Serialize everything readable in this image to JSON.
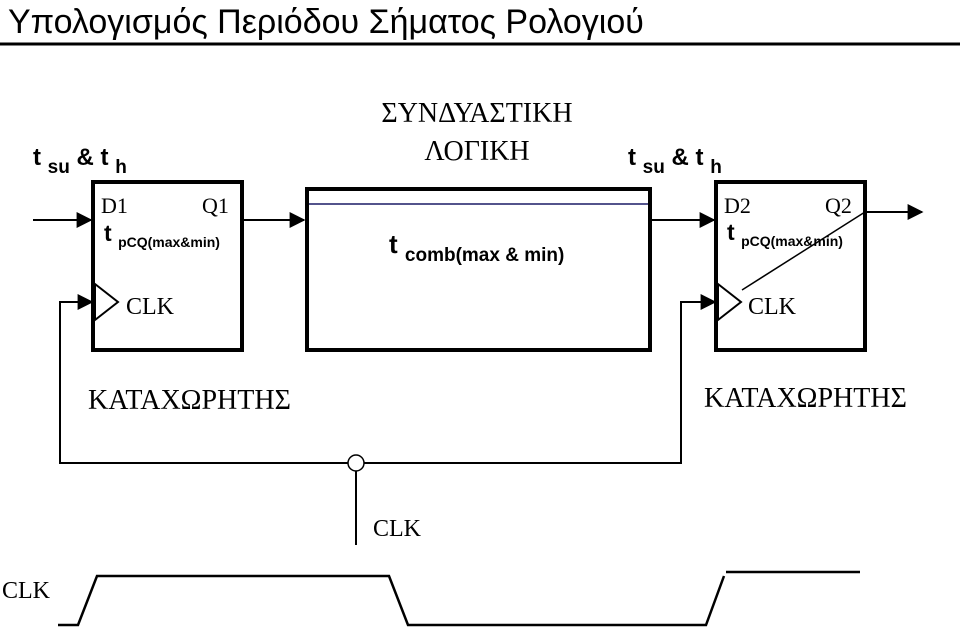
{
  "title": "Υπολογισμός Περιόδου Σήματος Ρολογιού",
  "register1": {
    "timing_t": "t",
    "timing_su": "su",
    "timing_amp": "&",
    "timing_h": "h",
    "d": "D1",
    "q": "Q1",
    "tpcq_t": "t",
    "tpcq_sub": "pCQ(max&min)",
    "clk": "CLK",
    "label": "ΚΑΤΑΧΩΡΗΤΗΣ"
  },
  "register2": {
    "timing_t": "t",
    "timing_su": "su",
    "timing_amp": "&",
    "timing_h": "h",
    "d": "D2",
    "q": "Q2",
    "tpcq_t": "t",
    "tpcq_sub": "pCQ(max&min)",
    "clk": "CLK",
    "label": "ΚΑΤΑΧΩΡΗΤΗΣ"
  },
  "comb": {
    "title_line1": "ΣΥΝΔΥΑΣΤΙΚΗ",
    "title_line2": "ΛΟΓΙΚΗ",
    "t": "t",
    "sub": "comb(max & min)"
  },
  "clock_source_label": "CLK",
  "waveform_label": "CLK",
  "colors": {
    "ink": "#000000",
    "background": "#ffffff",
    "accent_line": "#1a1a66"
  }
}
